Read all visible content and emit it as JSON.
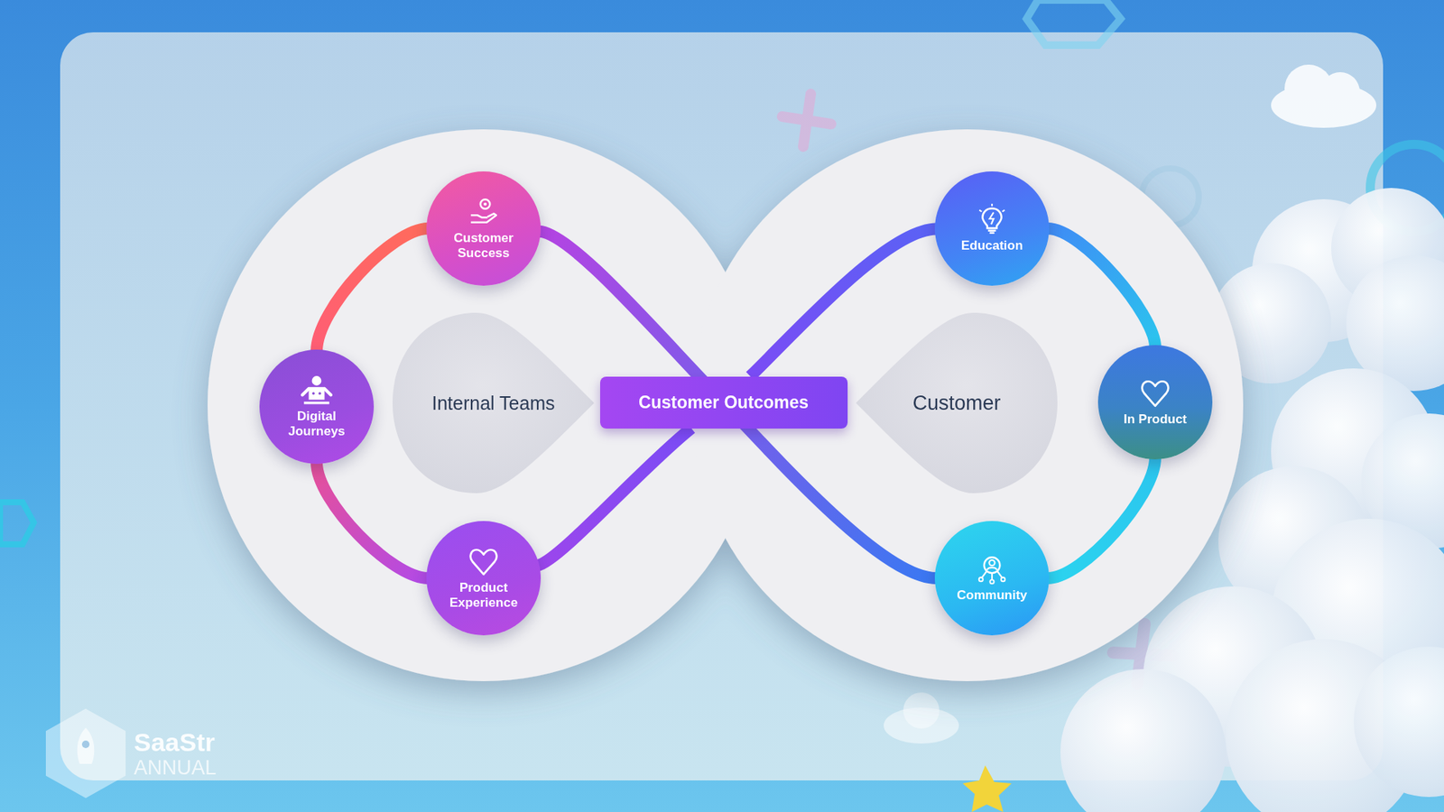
{
  "diagram": {
    "nodes": [
      {
        "text": [
          "Customer Success"
        ]
      },
      {
        "text": [
          "Digital Journeys"
        ]
      },
      {
        "text": [
          "Internal Teams"
        ]
      },
      {
        "text": [
          "Product Experience"
        ]
      },
      {
        "text": [
          "Customer Outcomes"
        ]
      },
      {
        "text": [
          "Education"
        ]
      },
      {
        "text": [
          "Customer"
        ]
      },
      {
        "text": [
          "In Product"
        ]
      },
      {
        "text": [
          "Community"
        ]
      }
    ],
    "edges": [
      {
        "from": 0,
        "to": 1,
        "arrow": "none"
      },
      {
        "from": 1,
        "to": 3,
        "arrow": "none"
      },
      {
        "from": 3,
        "to": 4,
        "arrow": "none"
      },
      {
        "from": 4,
        "to": 5,
        "arrow": "none"
      },
      {
        "from": 5,
        "to": 7,
        "arrow": "none"
      },
      {
        "from": 7,
        "to": 8,
        "arrow": "none"
      },
      {
        "from": 8,
        "to": 0,
        "arrow": "none"
      }
    ],
    "labels": [
      "SaaStr",
      "ANNUAL"
    ]
  }
}
